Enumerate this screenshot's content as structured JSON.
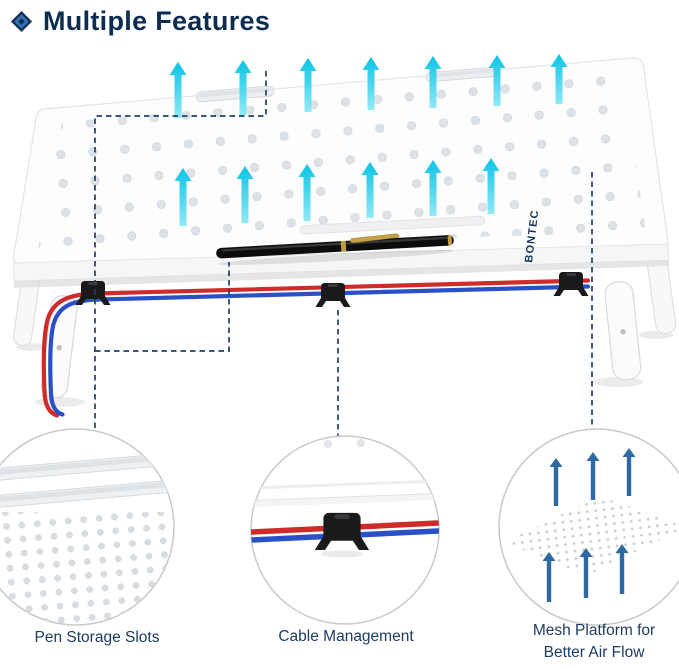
{
  "header": {
    "title": "Multiple Features",
    "icon": "diamond-bullet-icon"
  },
  "product": {
    "brand": "BONTEC",
    "type": "monitor-stand-riser"
  },
  "features": [
    {
      "id": "pen-storage",
      "label": "Pen Storage Slots"
    },
    {
      "id": "cable-management",
      "label": "Cable Management"
    },
    {
      "id": "air-flow",
      "label": "Mesh Platform for Better Air Flow"
    }
  ],
  "icons": {
    "diamond_bullet": "diamond-bullet-icon",
    "airflow_arrow": "up-arrow-icon"
  },
  "colors": {
    "accent_navy": "#0c2d52",
    "annotation_line": "#1e4066",
    "airflow_cyan": "#2ed4ee",
    "mesh_arrow_blue": "#2e6aa1",
    "cable_red": "#cf2b2b",
    "cable_blue": "#2a50c8",
    "platform_white": "#fdfdfd"
  }
}
